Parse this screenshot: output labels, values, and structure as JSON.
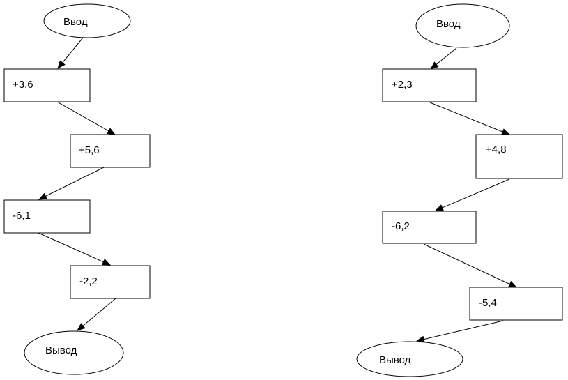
{
  "diagrams": [
    {
      "start_label": "Ввод",
      "steps": [
        "+3,6",
        "+5,6",
        "-6,1",
        "-2,2"
      ],
      "end_label": "Вывод"
    },
    {
      "start_label": "Ввод",
      "steps": [
        "+2,3",
        "+4,8",
        "-6,2",
        "-5,4"
      ],
      "end_label": "Вывод"
    }
  ]
}
